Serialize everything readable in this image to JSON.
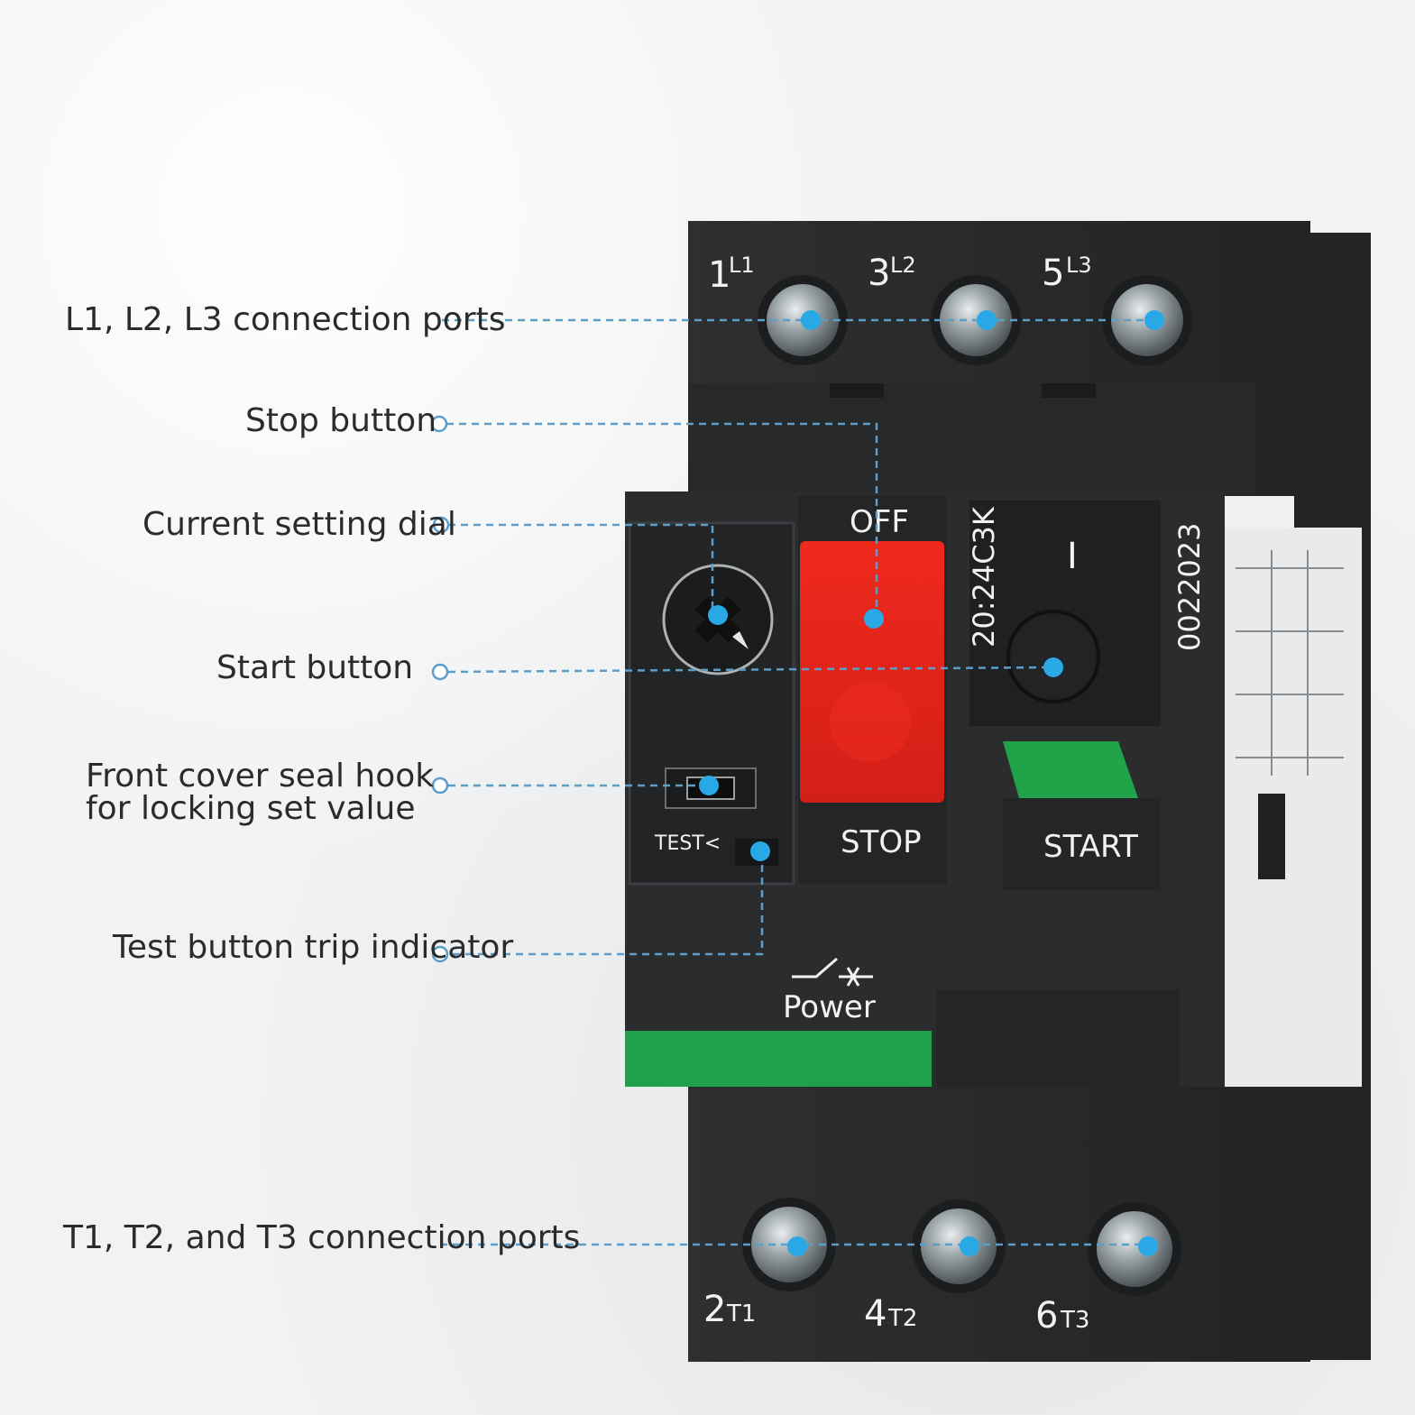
{
  "labels": {
    "l_ports": "L1, L2, L3 connection ports",
    "stop_button": "Stop button",
    "current_dial": "Current setting dial",
    "start_button": "Start button",
    "seal_hook_line1": "Front cover seal hook",
    "seal_hook_line2": "for locking set value",
    "test_indicator": "Test button trip indicator",
    "t_ports": "T1, T2, and T3 connection ports"
  },
  "device": {
    "terminal_top": [
      "1",
      "3",
      "5"
    ],
    "terminal_top_sub": [
      "L1",
      "L2",
      "L3"
    ],
    "terminal_bottom": [
      "2",
      "4",
      "6"
    ],
    "terminal_bottom_sub": [
      "T1",
      "T2",
      "T3"
    ],
    "off_label": "OFF",
    "stop_label": "STOP",
    "start_label": "START",
    "test_label": "TEST<",
    "power_label": "Power",
    "code_left": "20:24C3K",
    "code_right": "0022023",
    "on_mark": "I"
  },
  "colors": {
    "leader_line": "#5b9fc9",
    "dot": "#29a8e6",
    "body": "#2a2b2d",
    "stop_red": "#e2251b",
    "start_green": "#21a34a",
    "label_text": "#2b2b2b"
  }
}
